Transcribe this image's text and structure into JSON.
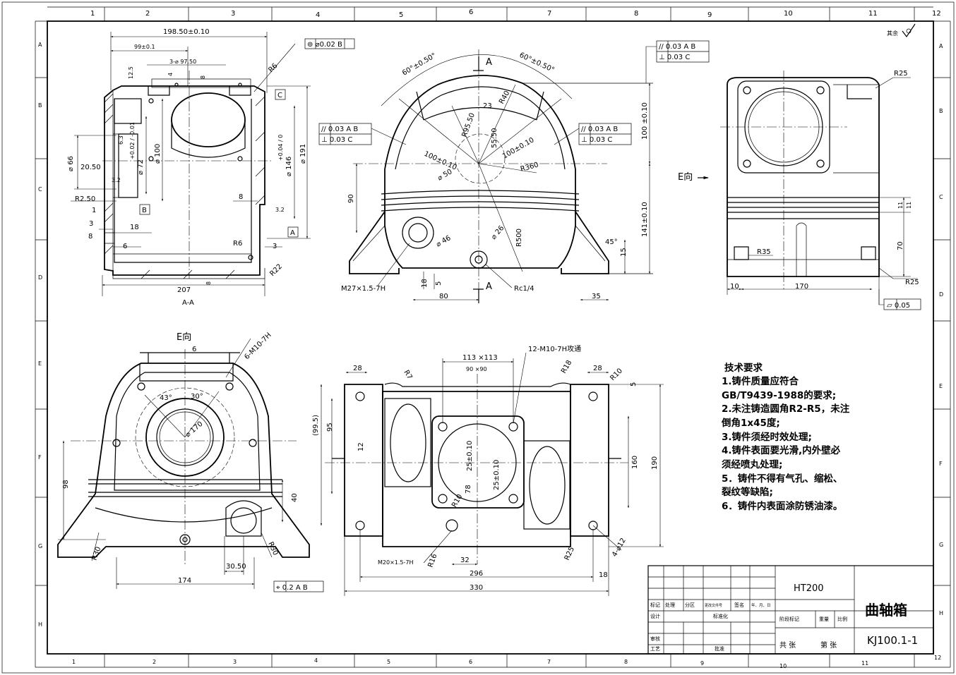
{
  "frame": {
    "col_top": [
      "1",
      "2",
      "3",
      "4",
      "5",
      "6",
      "7",
      "8",
      "9",
      "10",
      "11",
      "12"
    ],
    "col_bottom": [
      "1",
      "2",
      "3",
      "4",
      "5",
      "6",
      "7",
      "8",
      "9",
      "10",
      "11",
      "12"
    ],
    "rows": [
      "A",
      "B",
      "C",
      "D",
      "E",
      "F",
      "G",
      "H"
    ]
  },
  "views": {
    "section_label": "A-A",
    "view_e_label": "E向",
    "view_e_arrow": "E向",
    "section_mark": "A"
  },
  "dims_section": {
    "w_top": "198.50±0.10",
    "w_99": "99±0.1",
    "holes_3": "3-⌀ 97.50",
    "d_12_5": "12.5",
    "d_4": "4",
    "d_8": "8",
    "d_66": "⌀ 66",
    "d_20_50": "20.50",
    "d_72": "⌀ 72",
    "tol_72": "+0.02 / -0.01",
    "d_100": "⌀ 100",
    "d_146": "⌀ 146",
    "tol_146": "+0.04 / 0",
    "d_191": "⌀ 191",
    "d_6_3": "6.3",
    "d_3_2": "3.2",
    "d_r2_50": "R2.50",
    "d_1": "1",
    "d_3": "3",
    "d_18": "18",
    "d_6": "6",
    "d_r6": "R6",
    "d_r22": "R22",
    "d_207": "207",
    "d_8b": "8",
    "gdt_b": "⊚ ⌀0.02 B"
  },
  "dims_front": {
    "ang_left": "60°±0.50°",
    "ang_right": "60°±0.50°",
    "r95_50": "R95.50",
    "d_23": "23",
    "r40": "R40",
    "d_55_50": "55.50",
    "d_100a": "100±0.10",
    "d_100b": "100±0.10",
    "d_50": "⌀ 50",
    "r360": "R360",
    "d_90": "90",
    "d_46": "⌀ 46",
    "d_26": "⌀ 26",
    "r500": "R500",
    "d_18": "18",
    "d_5": "5",
    "d_80": "80",
    "d_35": "35",
    "d_15": "15",
    "ang_45": "45°",
    "d_100_v": "100 ±0.10",
    "d_141": "141±0.10",
    "thread": "M27×1.5-7H",
    "rc": "Rc1/4",
    "gdt_l1": "// 0.03 A B",
    "gdt_l2": "⊥ 0.03 C",
    "gdt_r1": "// 0.03 A B",
    "gdt_r2": "⊥ 0.03 C",
    "gdt_t1": "// 0.03 A B",
    "gdt_t2": "⊥ 0.03 C"
  },
  "dims_side": {
    "r25_top": "R25",
    "r35": "R35",
    "r25_bot": "R25",
    "d_10": "10",
    "d_170": "170",
    "d_70": "70",
    "d_11a": "11",
    "d_11b": "11",
    "flat": "⏥ 0.05"
  },
  "dims_e": {
    "d_6": "6",
    "m10": "6-M10-7H",
    "ang_43": "43°",
    "ang_30": "30°",
    "d_170": "⌀ 170",
    "d_98": "98",
    "d_40": "40",
    "r30_l": "R30",
    "r30_r": "R30",
    "d_30_50": "30.50",
    "d_174": "174",
    "gdt": "⌖ 0.2 A B"
  },
  "dims_top": {
    "sq": "113 ×113",
    "sq2": "90 ×90",
    "m10": "12-M10-7H攻通",
    "d_28a": "28",
    "d_28b": "28",
    "r7": "R7",
    "r18": "R18",
    "r10": "R10",
    "d_5": "5",
    "d_99_5": "(99.5)",
    "d_95": "95",
    "d_12": "12",
    "d_25a": "25±0.10",
    "d_25b": "25±0.10",
    "d_78": "78",
    "r10b": "R10",
    "d_160": "160",
    "d_190": "190",
    "m20": "M20×1.5-7H",
    "r16": "R16",
    "d_32": "32",
    "r25": "R25",
    "holes": "4-⌀12",
    "d_296": "296",
    "d_330": "330",
    "d_18": "18"
  },
  "requirements": {
    "title": "技术要求",
    "lines": [
      "1.铸件质量应符合",
      "GB/T9439-1988的要求;",
      "2.未注铸造圆角R2-R5，未注",
      "倒角1x45度;",
      "3.铸件须经时效处理;",
      "4.铸件表面要光滑,内外壁必",
      "须经喷丸处理;",
      "5．铸件不得有气孔、缩松、",
      "裂纹等缺陷;",
      "6．铸件内表面涂防锈油漆。"
    ]
  },
  "surface_note": "其余",
  "title_block": {
    "material": "HT200",
    "name": "曲轴箱",
    "code": "KJ100.1-1",
    "h_mark": "标记",
    "h_count": "处理",
    "h_zone": "分区",
    "h_doc": "更改文件号",
    "h_sign": "签名",
    "h_date": "年、月、日",
    "design": "设计",
    "standard": "标准化",
    "stage": "阶段标记",
    "weight": "重量",
    "scale": "比例",
    "check": "审核",
    "process": "工艺",
    "approve": "批准",
    "sheets_total": "共  张",
    "sheet_no": "第  张"
  }
}
